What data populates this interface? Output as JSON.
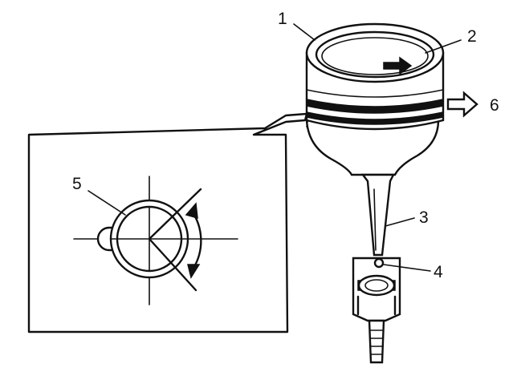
{
  "diagram": {
    "callouts": [
      "1",
      "2",
      "3",
      "4",
      "5",
      "6"
    ]
  },
  "colors": {
    "ink": "#111111",
    "paper": "#ffffff"
  }
}
